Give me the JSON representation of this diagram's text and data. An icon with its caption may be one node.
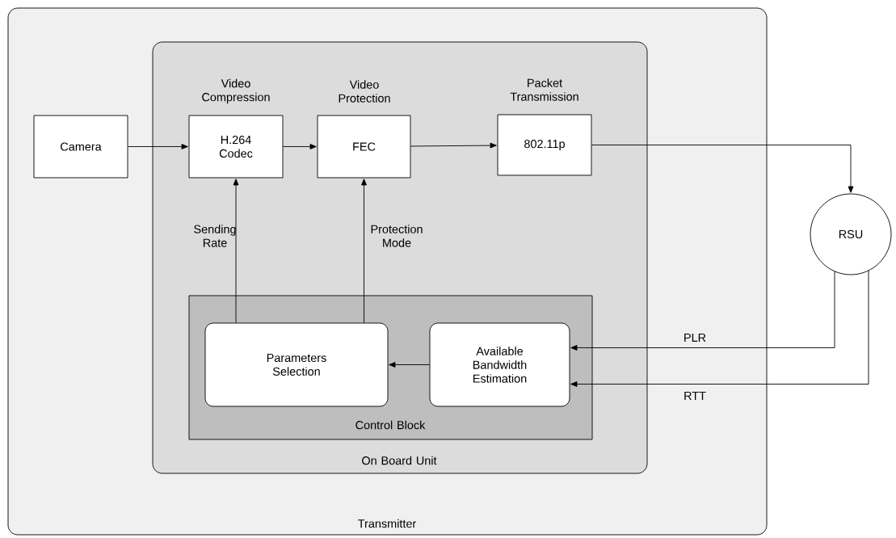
{
  "diagram": {
    "nodes": [
      {
        "text": [
          "Transmitter"
        ]
      },
      {
        "text": [
          "On Board Unit"
        ],
        "in": 0
      },
      {
        "text": [
          "Camera"
        ],
        "in": 0
      },
      {
        "text": [
          "Video Compression",
          "H.264 Codec"
        ],
        "in": 1
      },
      {
        "text": [
          "Video Protection",
          "FEC"
        ],
        "in": 1
      },
      {
        "text": [
          "Packet Transmission",
          "802.11p"
        ],
        "in": 1
      },
      {
        "text": [
          "Control Block"
        ],
        "in": 1
      },
      {
        "text": [
          "Parameters Selection"
        ],
        "in": 6
      },
      {
        "text": [
          "Available Bandwidth Estimation"
        ],
        "in": 6
      },
      {
        "text": [
          "RSU"
        ]
      }
    ],
    "edges": [
      {
        "from": 2,
        "to": 3,
        "arrow": "to"
      },
      {
        "from": 3,
        "to": 4,
        "arrow": "to"
      },
      {
        "from": 4,
        "to": 5,
        "arrow": "to"
      },
      {
        "from": 5,
        "to": 9,
        "arrow": "to"
      },
      {
        "from": 7,
        "to": 3,
        "arrow": "to",
        "label": "Sending Rate"
      },
      {
        "from": 7,
        "to": 4,
        "arrow": "to",
        "label": "Protection Mode"
      },
      {
        "from": 8,
        "to": 7,
        "arrow": "to"
      },
      {
        "from": 9,
        "to": 8,
        "arrow": "to",
        "label": "PLR"
      },
      {
        "from": 9,
        "to": 8,
        "arrow": "to",
        "label": "RTT"
      }
    ]
  }
}
